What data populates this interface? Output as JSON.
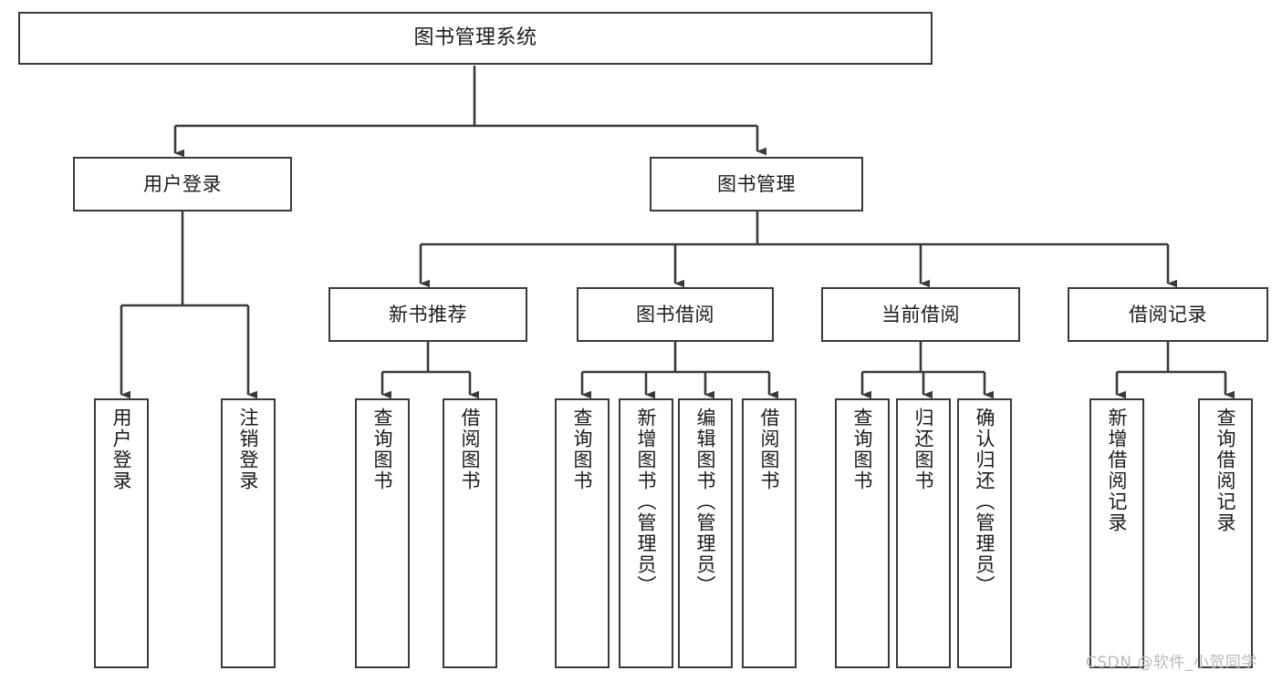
{
  "diagram": {
    "title": "图书管理系统",
    "type": "功能结构图",
    "watermark": "CSDN @软件_小贺同学",
    "line_color": "#3a3a3a",
    "box_fill": "#ffffff",
    "text_color": "#1b1b1b"
  },
  "nodes": {
    "root": {
      "label": "图书管理系统"
    },
    "level1": [
      {
        "label": "用户登录"
      },
      {
        "label": "图书管理"
      }
    ],
    "level2": [
      {
        "label": "新书推荐"
      },
      {
        "label": "图书借阅"
      },
      {
        "label": "当前借阅"
      },
      {
        "label": "借阅记录"
      }
    ],
    "leaves": {
      "user_login": [
        {
          "label": "用户登录"
        },
        {
          "label": "注销登录"
        }
      ],
      "new_book_recommend": [
        {
          "label": "查询图书"
        },
        {
          "label": "借阅图书"
        }
      ],
      "book_borrow": [
        {
          "label": "查询图书"
        },
        {
          "label": "新增图书（管理员）"
        },
        {
          "label": "编辑图书（管理员）"
        },
        {
          "label": "借阅图书"
        }
      ],
      "current_borrow": [
        {
          "label": "查询图书"
        },
        {
          "label": "归还图书"
        },
        {
          "label": "确认归还（管理员）"
        }
      ],
      "borrow_record": [
        {
          "label": "新增借阅记录"
        },
        {
          "label": "查询借阅记录"
        }
      ]
    }
  }
}
